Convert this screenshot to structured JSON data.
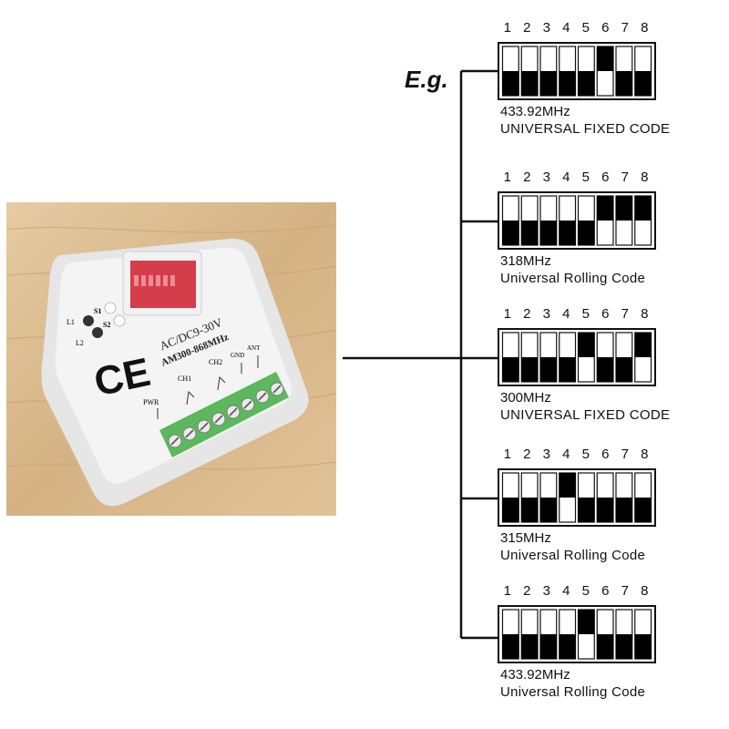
{
  "eg_label": "E.g.",
  "switch_numbers": [
    "1",
    "2",
    "3",
    "4",
    "5",
    "6",
    "7",
    "8"
  ],
  "configs": [
    {
      "frequency": "433.92MHz",
      "code_type": "UNIVERSAL FIXED CODE",
      "on_switches": [
        6
      ]
    },
    {
      "frequency": "318MHz",
      "code_type": "Universal Rolling Code",
      "on_switches": [
        6,
        7,
        8
      ]
    },
    {
      "frequency": "300MHz",
      "code_type": "UNIVERSAL FIXED CODE",
      "on_switches": [
        5,
        8
      ]
    },
    {
      "frequency": "315MHz",
      "code_type": "Universal Rolling Code",
      "on_switches": [
        4
      ]
    },
    {
      "frequency": "433.92MHz",
      "code_type": "Universal Rolling Code",
      "on_switches": [
        5
      ]
    }
  ],
  "device": {
    "ce_mark": "CE",
    "label_l1": "L1",
    "label_l2": "L2",
    "label_s1": "S1",
    "label_s2": "S2",
    "voltage": "AC/DC9-30V",
    "model": "AM300-868MHz",
    "pwr": "PWR",
    "ch1": "CH1",
    "ch2": "CH2",
    "gnd": "GND",
    "ant": "ANT"
  },
  "colors": {
    "line": "#111111",
    "switch_dark": "#000000",
    "terminal_green": "#5cb85c",
    "dip_red": "#d43d4a",
    "wood": "#d9b98f"
  }
}
